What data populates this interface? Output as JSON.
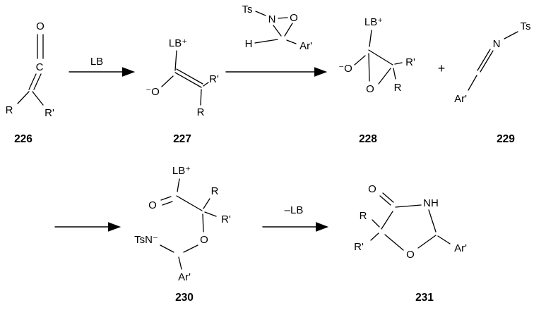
{
  "arrows": {
    "step1_label": "LB",
    "step4_label": "–LB",
    "plus": "+"
  },
  "compounds": {
    "ketene": {
      "number": "226",
      "o": "O",
      "c": "C",
      "r": "R",
      "rprime": "R'"
    },
    "enolate": {
      "number": "227",
      "lb": "LB⁺",
      "o_minus": "⁻O",
      "r": "R",
      "rprime": "R'"
    },
    "oxaziridine": {
      "ts": "Ts",
      "n": "N",
      "o": "O",
      "h": "H",
      "ar": "Ar'"
    },
    "epoxy_alkoxide": {
      "number": "228",
      "lb": "LB⁺",
      "o_minus": "⁻O",
      "o_ring": "O",
      "r": "R",
      "rprime": "R'"
    },
    "imine": {
      "number": "229",
      "ts": "Ts",
      "n": "N",
      "ar": "Ar'"
    },
    "amide_intermediate": {
      "number": "230",
      "lb": "LB⁺",
      "o_carbonyl": "O",
      "r": "R",
      "rprime": "R'",
      "tsn": "TsN⁻",
      "o_ether": "O",
      "ar": "Ar'"
    },
    "oxazolidinone": {
      "number": "231",
      "o_carbonyl": "O",
      "nh": "NH",
      "r": "R",
      "rprime": "R'",
      "o_ring": "O",
      "ar": "Ar'"
    }
  }
}
